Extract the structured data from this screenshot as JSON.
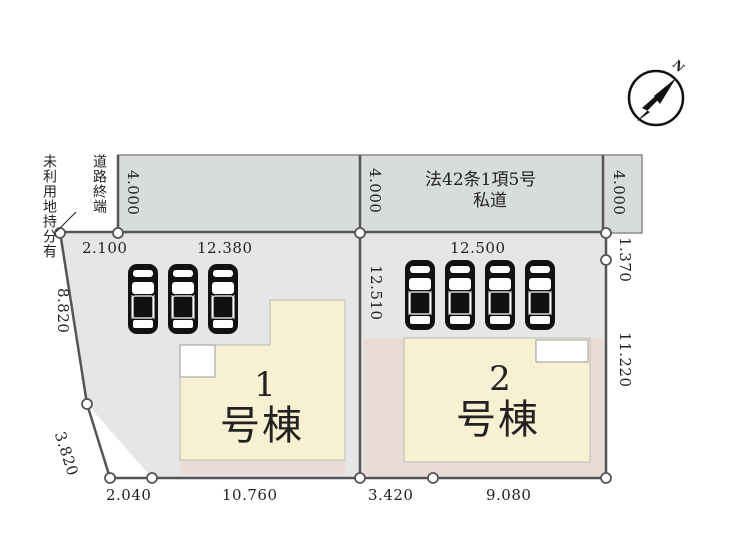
{
  "compass": {
    "icon": "north-arrow-icon",
    "letter": "N"
  },
  "road": {
    "type_label": "法42条1項5号",
    "name": "私道",
    "color": "#d9dcdd"
  },
  "road_end_label": "道路終端",
  "unused_land_label": "未利用地持分有",
  "buildings": [
    {
      "number": "1",
      "name": "号棟",
      "color": "#f8f0d2"
    },
    {
      "number": "2",
      "name": "号棟",
      "color": "#f8f0d2"
    }
  ],
  "road_widths": {
    "left": "4.000",
    "middle": "4.000",
    "right": "4.000"
  },
  "dimensions": {
    "top_left_short": "2.100",
    "top_lot1": "12.380",
    "top_lot2": "12.500",
    "right_short": "1.370",
    "lot2_left": "12.510",
    "left_side": "8.820",
    "right_side": "11.220",
    "diag": "3.820",
    "bottom_left_short": "2.040",
    "bottom_lot1": "10.760",
    "bottom_mid": "3.420",
    "bottom_lot2": "9.080"
  },
  "parking": {
    "lot1_spaces": 3,
    "lot2_spaces": 4
  },
  "colors": {
    "lot": "#e4e6e7",
    "yard": "#eadcd4",
    "building": "#f8f0d2",
    "boundary": "#555555"
  }
}
